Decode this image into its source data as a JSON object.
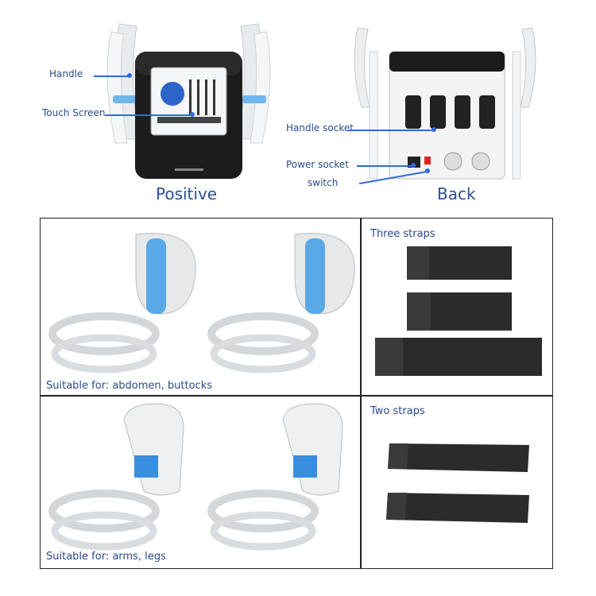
{
  "machine_views": {
    "front": {
      "label": "Positive",
      "callouts": {
        "handle": "Handle",
        "touch_screen": "Touch Screen"
      }
    },
    "back": {
      "label": "Back",
      "callouts": {
        "handle_socket": "Handle socket",
        "power_socket": "Power socket",
        "switch": "switch"
      }
    }
  },
  "accessories": {
    "handles_flat": {
      "caption": "Suitable for: abdomen, buttocks"
    },
    "handles_curved": {
      "caption": "Suitable for: arms, legs"
    },
    "three_straps": {
      "title": "Three straps"
    },
    "two_straps": {
      "title": "Two straps"
    }
  },
  "colors": {
    "callout_text": "#2b4a8c",
    "callout_line": "#2f6ae0",
    "handle_accent": "#5aa8e6",
    "strap": "#2b2b2b",
    "machine_body": "#1c1c1c"
  }
}
